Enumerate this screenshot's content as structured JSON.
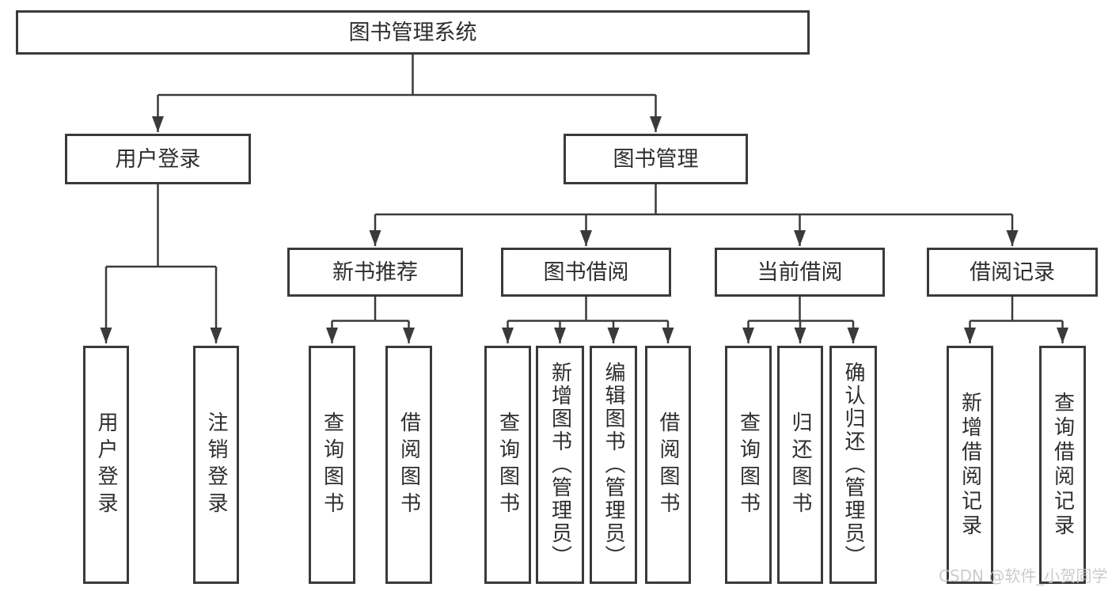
{
  "title": "图书管理系统",
  "level2": {
    "user_login": "用户登录",
    "book_management": "图书管理"
  },
  "level3": {
    "new_book": "新书推荐",
    "book_borrow": "图书借阅",
    "current_borrow": "当前借阅",
    "borrow_record": "借阅记录"
  },
  "leaves": {
    "user_login": "用户登录",
    "logout": "注销登录",
    "nb_query": "查询图书",
    "nb_borrow": "借阅图书",
    "bb_query": "查询图书",
    "bb_add": "新增图书（管理员）",
    "bb_edit": "编辑图书（管理员）",
    "bb_borrow": "借阅图书",
    "cb_query": "查询图书",
    "cb_return": "归还图书",
    "cb_confirm": "确认归还（管理员）",
    "br_add": "新增借阅记录",
    "br_query": "查询借阅记录"
  },
  "watermark": "CSDN @软件_小贺同学",
  "colors": {
    "line": "#3a3a3a",
    "text": "#2e2e2e",
    "background": "#ffffff",
    "watermark": "#c6c6c6"
  }
}
